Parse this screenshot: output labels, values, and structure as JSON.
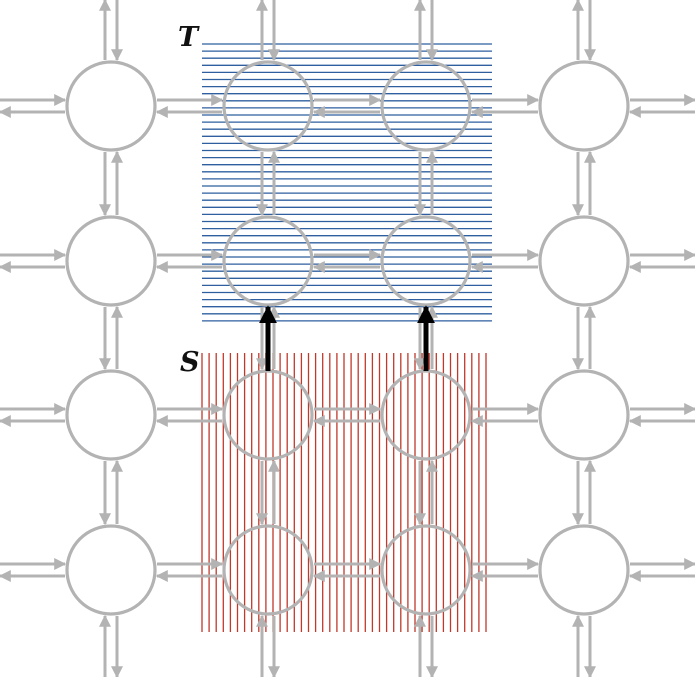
{
  "labels": {
    "top_region": "T",
    "bottom_region": "S"
  },
  "grid": {
    "rows": 4,
    "cols": 4
  },
  "regions": {
    "T": {
      "rows": [
        0,
        1
      ],
      "cols": [
        1,
        2
      ],
      "hatch": "horizontal"
    },
    "S": {
      "rows": [
        2,
        3
      ],
      "cols": [
        1,
        2
      ],
      "hatch": "vertical"
    }
  },
  "transfer_links": [
    {
      "from": [
        2,
        1
      ],
      "to": [
        1,
        1
      ]
    },
    {
      "from": [
        2,
        2
      ],
      "to": [
        1,
        2
      ]
    }
  ],
  "colors": {
    "node_stroke": "#b3b3b3",
    "link": "#b3b3b3",
    "T_hatch": "#2f5f9f",
    "S_hatch": "#c0392b",
    "transfer_arrow": "#000000",
    "label": "#111111"
  }
}
